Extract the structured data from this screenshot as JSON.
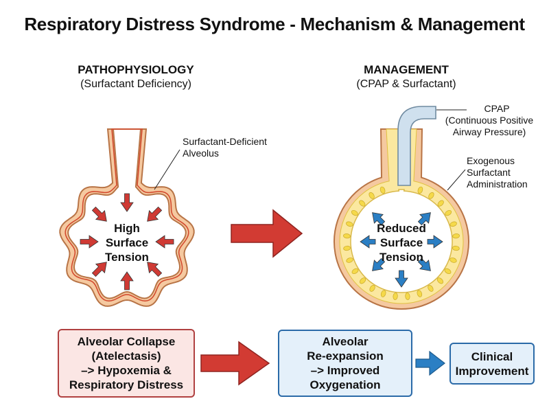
{
  "title": "Respiratory Distress Syndrome - Mechanism & Management",
  "pathophysiology": {
    "heading": "PATHOPHYSIOLOGY",
    "subheading": "(Surfactant Deficiency)",
    "alveolus_label_1": "Surfactant-Deficient",
    "alveolus_label_2": "Alveolus",
    "center_1": "High",
    "center_2": "Surface",
    "center_3": "Tension"
  },
  "management": {
    "heading": "MANAGEMENT",
    "subheading": "(CPAP & Surfactant)",
    "cpap_1": "CPAP",
    "cpap_2": "(Continuous Positive",
    "cpap_3": "Airway Pressure)",
    "surf_1": "Exogenous",
    "surf_2": "Surfactant",
    "surf_3": "Administration",
    "center_1": "Reduced",
    "center_2": "Surface",
    "center_3": "Tension"
  },
  "outcomes": {
    "left_1": "Alveolar Collapse",
    "left_2": "(Atelectasis)",
    "left_3": "–> Hypoxemia &",
    "left_4": "Respiratory Distress",
    "mid_1": "Alveolar",
    "mid_2": "Re-expansion",
    "mid_3": "–> Improved",
    "mid_4": "Oxygenation",
    "right_1": "Clinical",
    "right_2": "Improvement"
  },
  "colors": {
    "wall_fill": "#f5c9a0",
    "wall_outline": "#b87446",
    "inner_line": "#d24a2e",
    "red_arrow": "#cf3a34",
    "blue_arrow": "#2b7fc4",
    "surfactant_yellow": "#f5d94a",
    "tube_fill": "#cfe0ee"
  },
  "icons": [
    "red-inward-arrow-icon",
    "blue-outward-arrow-icon",
    "big-red-arrow-icon",
    "blue-arrow-icon",
    "cpap-tube-icon",
    "surfactant-droplet-icon"
  ]
}
